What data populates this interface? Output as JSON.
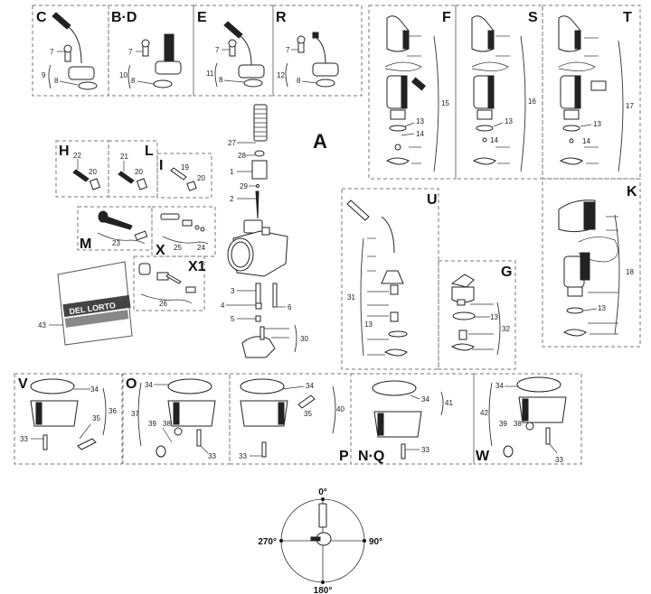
{
  "diagram": {
    "title_label": "A",
    "panels": [
      {
        "id": "C",
        "label": "C",
        "callouts": [
          "7",
          "9",
          "8"
        ]
      },
      {
        "id": "BD",
        "label": "B·D",
        "callouts": [
          "7",
          "10",
          "8"
        ]
      },
      {
        "id": "E",
        "label": "E",
        "callouts": [
          "7",
          "11",
          "8"
        ]
      },
      {
        "id": "R",
        "label": "R",
        "callouts": [
          "7",
          "12",
          "8"
        ]
      },
      {
        "id": "F",
        "label": "F",
        "callouts": [
          "15",
          "13",
          "14"
        ]
      },
      {
        "id": "S",
        "label": "S",
        "callouts": [
          "16",
          "13",
          "14"
        ]
      },
      {
        "id": "T",
        "label": "T",
        "callouts": [
          "17",
          "13",
          "14"
        ]
      },
      {
        "id": "H",
        "label": "H",
        "callouts": [
          "22",
          "20"
        ]
      },
      {
        "id": "L",
        "label": "L",
        "callouts": [
          "21",
          "20"
        ]
      },
      {
        "id": "I",
        "label": "I",
        "callouts": [
          "19",
          "20"
        ]
      },
      {
        "id": "M",
        "label": "M",
        "callouts": [
          "23"
        ]
      },
      {
        "id": "X",
        "label": "X",
        "callouts": [
          "25",
          "24"
        ]
      },
      {
        "id": "X1",
        "label": "X1",
        "callouts": [
          "26"
        ]
      },
      {
        "id": "U",
        "label": "U",
        "callouts": [
          "31",
          "13"
        ]
      },
      {
        "id": "G",
        "label": "G",
        "callouts": [
          "13",
          "32"
        ]
      },
      {
        "id": "K",
        "label": "K",
        "callouts": [
          "18",
          "13"
        ]
      },
      {
        "id": "V",
        "label": "V",
        "callouts": [
          "34",
          "36",
          "35",
          "33"
        ]
      },
      {
        "id": "O",
        "label": "O",
        "callouts": [
          "34",
          "37",
          "39",
          "38",
          "33"
        ]
      },
      {
        "id": "P",
        "label": "P",
        "callouts": [
          "34",
          "40",
          "35",
          "33"
        ]
      },
      {
        "id": "NQ",
        "label": "N·Q",
        "callouts": [
          "34",
          "41",
          "33"
        ]
      },
      {
        "id": "W",
        "label": "W",
        "callouts": [
          "34",
          "42",
          "39",
          "38",
          "33"
        ]
      }
    ],
    "main_callouts": [
      "27",
      "28",
      "1",
      "29",
      "2",
      "3",
      "4",
      "5",
      "6",
      "30"
    ],
    "kit_callout": "43",
    "kit_brand": "DEL LORTO",
    "orientation": {
      "top": "0°",
      "right": "90°",
      "bottom": "180°",
      "left": "270°"
    }
  }
}
